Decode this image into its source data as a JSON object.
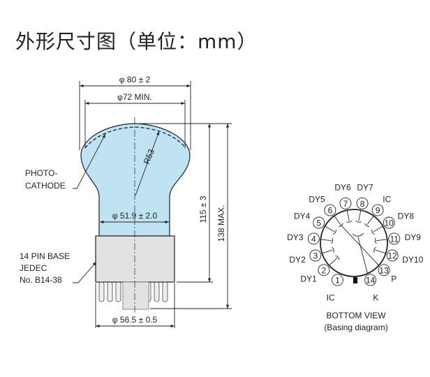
{
  "title": "外形尺寸图（单位：mm）",
  "dimensions": {
    "outer_diameter": "φ 80 ± 2",
    "photocathode_diameter": "φ72 MIN.",
    "radius": "R53",
    "neck_diameter": "φ 51.9 ± 2.0",
    "base_diameter": "φ 56.5 ± 0.5",
    "seated_length": "115 ± 3",
    "max_length": "138 MAX."
  },
  "labels": {
    "photocathode": [
      "PHOTO-",
      "CATHODE"
    ],
    "base": [
      "14 PIN BASE",
      "JEDEC",
      "No. B14-38"
    ]
  },
  "basing": {
    "caption": "BOTTOM VIEW",
    "subcaption": "(Basing diagram)",
    "pins": [
      {
        "num": "1",
        "label": "IC"
      },
      {
        "num": "2",
        "label": "DY1"
      },
      {
        "num": "3",
        "label": "DY2"
      },
      {
        "num": "4",
        "label": "DY3"
      },
      {
        "num": "5",
        "label": "DY4"
      },
      {
        "num": "6",
        "label": "DY5"
      },
      {
        "num": "7",
        "label": "DY6"
      },
      {
        "num": "8",
        "label": "DY7"
      },
      {
        "num": "9",
        "label": "IC"
      },
      {
        "num": "10",
        "label": "DY8"
      },
      {
        "num": "11",
        "label": "DY9"
      },
      {
        "num": "12",
        "label": "DY10"
      },
      {
        "num": "13",
        "label": "P"
      },
      {
        "num": "14",
        "label": "K"
      }
    ]
  },
  "colors": {
    "glass": "#bfe3f2",
    "base": "#e2e2e2"
  }
}
